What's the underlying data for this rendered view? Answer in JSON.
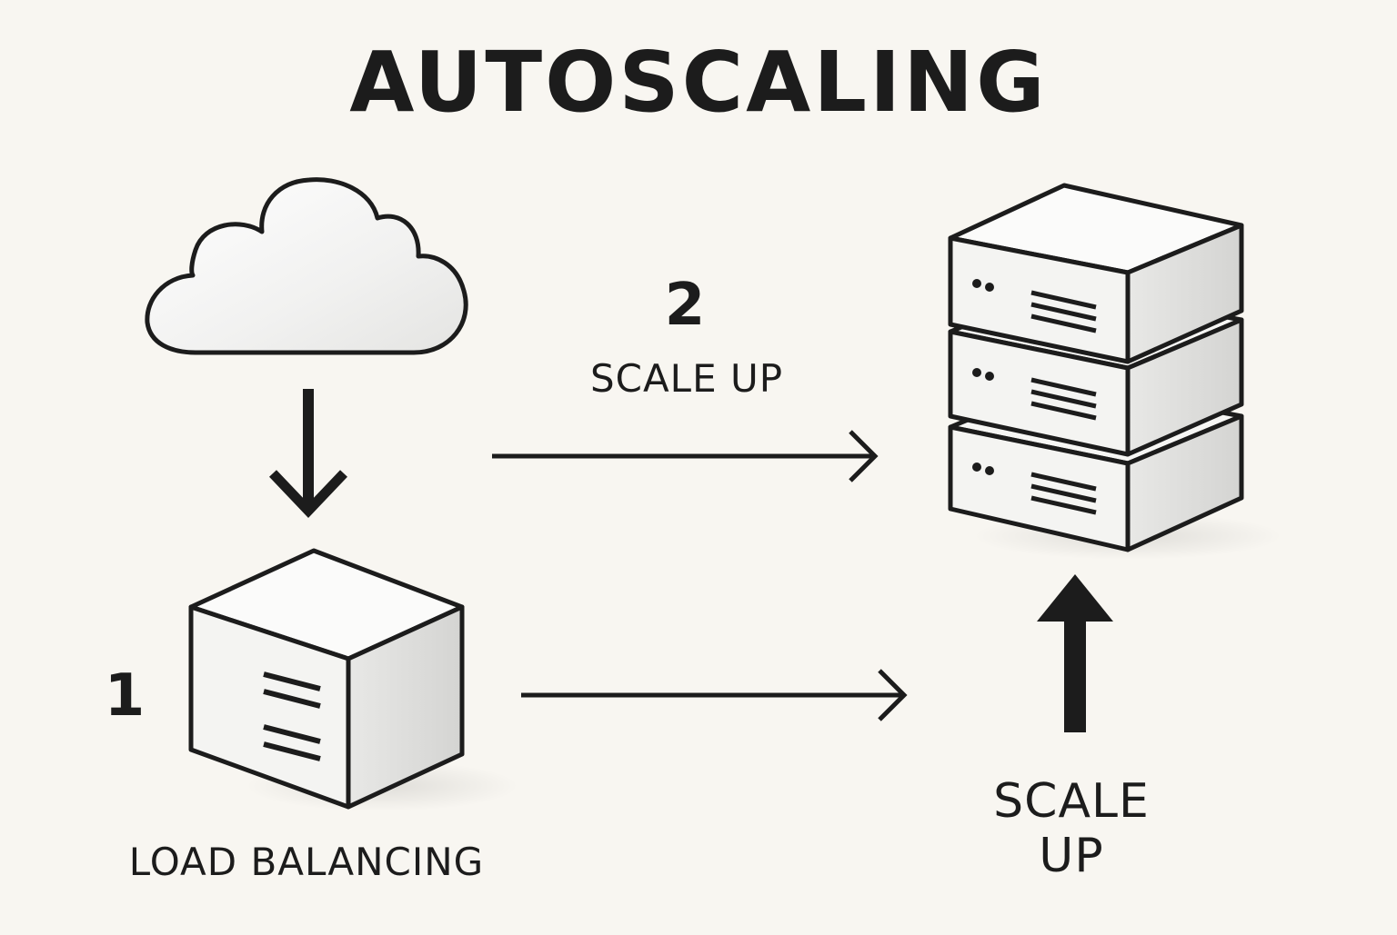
{
  "title": "AUTOSCALING",
  "steps": {
    "load_balancing": {
      "number": "1",
      "label": "LOAD BALANCING"
    },
    "scale_up": {
      "number": "2",
      "label": "SCALE UP"
    }
  },
  "vertical_label": "SCALE UP",
  "colors": {
    "background": "#f8f6f1",
    "stroke": "#1c1c1c",
    "cube_top": "#fbfbfa",
    "cube_front": "#f3f3f1",
    "cube_side": "#dcdcda"
  },
  "icons": {
    "cloud": "cloud-icon",
    "load_balancer": "load-balancer-cube-icon",
    "server_stack": "server-stack-icon"
  }
}
